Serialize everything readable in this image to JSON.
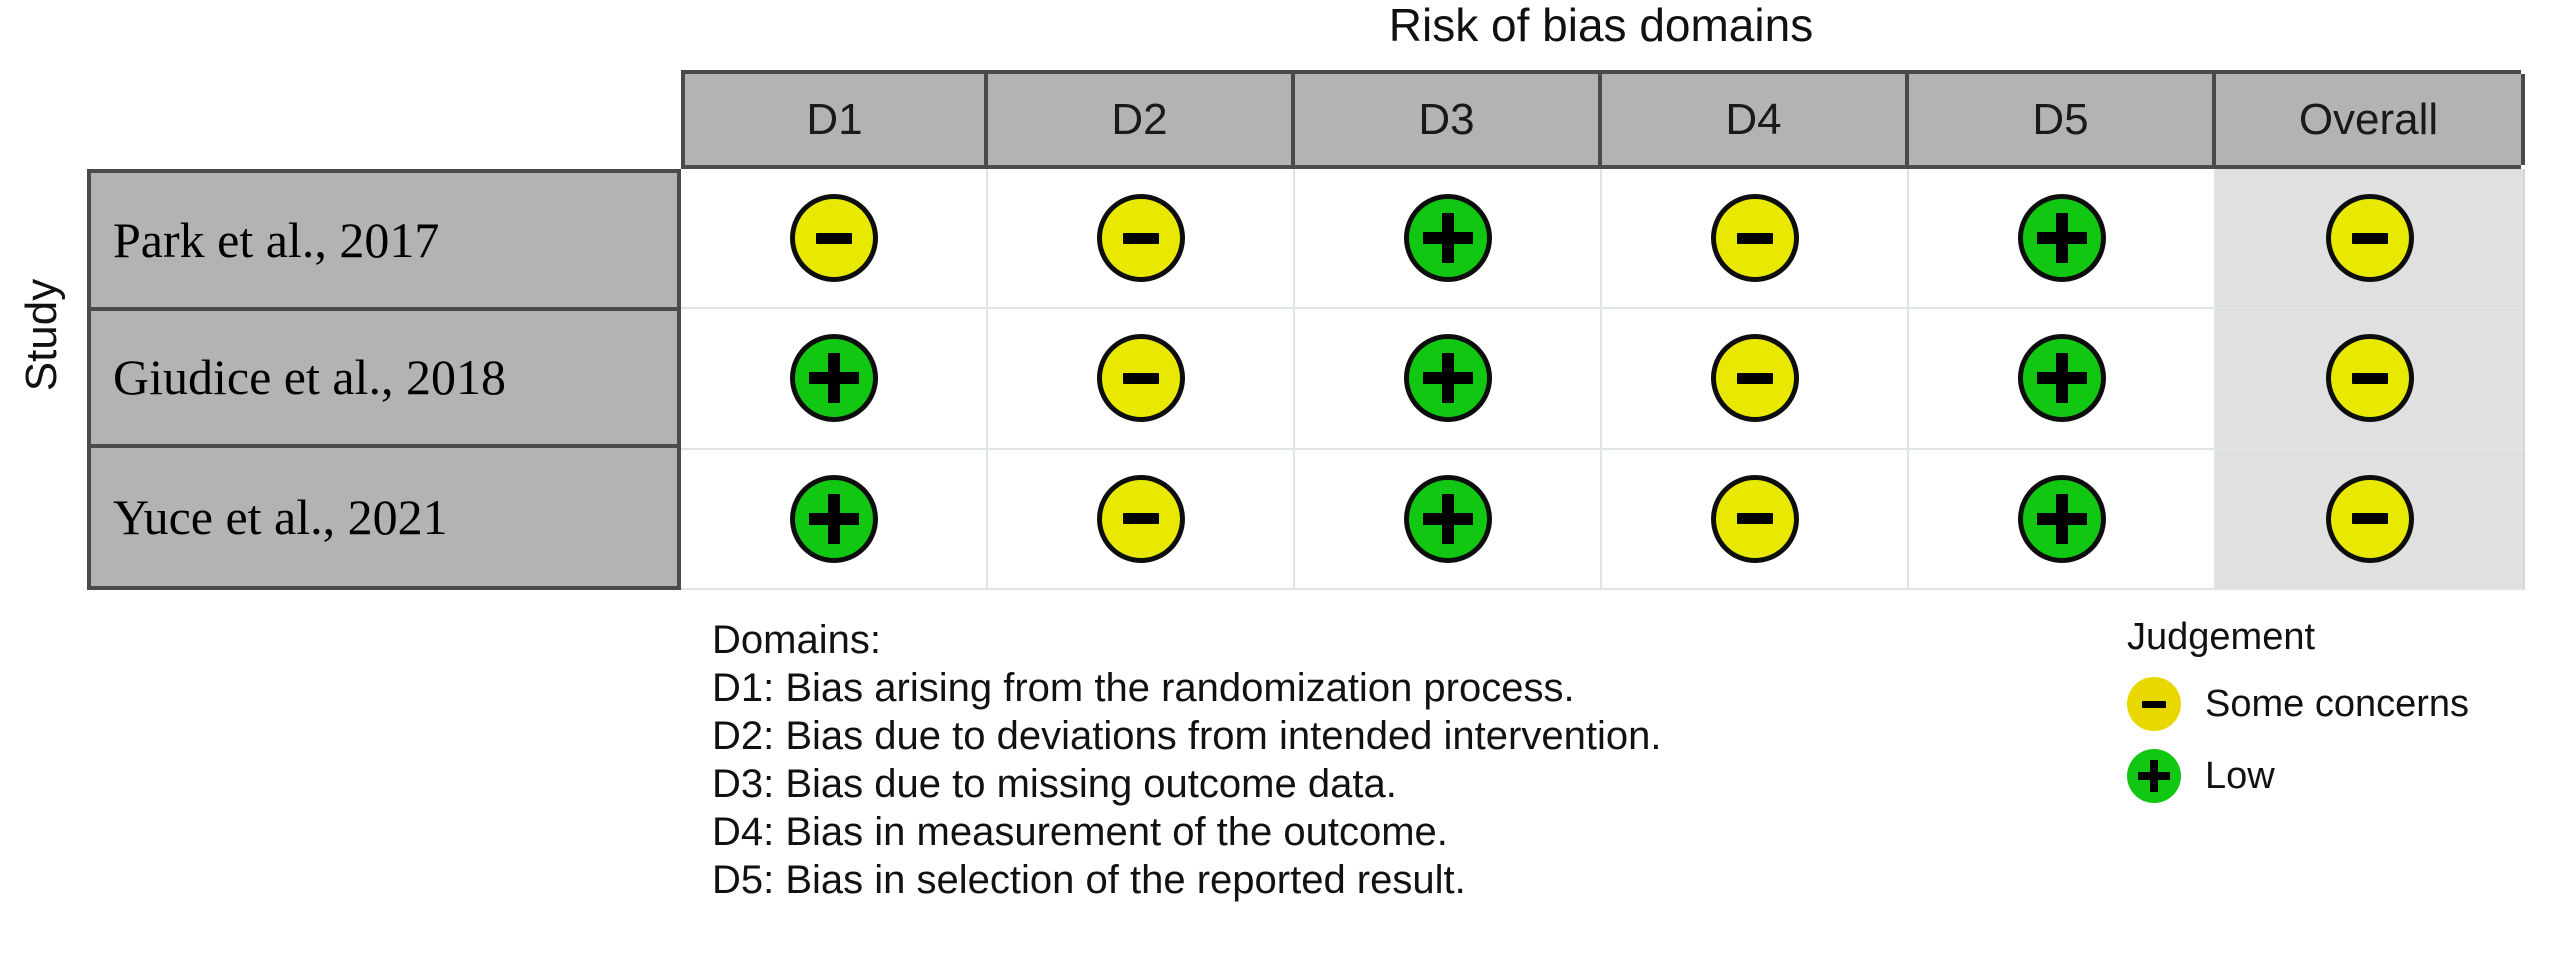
{
  "chart_data": {
    "type": "table",
    "title": "Risk of bias domains",
    "ylabel": "Study",
    "columns": [
      "D1",
      "D2",
      "D3",
      "D4",
      "D5",
      "Overall"
    ],
    "rows": [
      {
        "study": "Park et al., 2017",
        "judgements": [
          "Some concerns",
          "Some concerns",
          "Low",
          "Some concerns",
          "Low",
          "Some concerns"
        ]
      },
      {
        "study": "Giudice et al., 2018",
        "judgements": [
          "Low",
          "Some concerns",
          "Low",
          "Some concerns",
          "Low",
          "Some concerns"
        ]
      },
      {
        "study": "Yuce et al., 2021",
        "judgements": [
          "Low",
          "Some concerns",
          "Low",
          "Some concerns",
          "Low",
          "Some concerns"
        ]
      }
    ],
    "legend_position": "right",
    "grid": true
  },
  "title": "Risk of bias domains",
  "axis": {
    "study_label": "Study"
  },
  "header": {
    "columns": [
      {
        "key": "D1",
        "label": "D1"
      },
      {
        "key": "D2",
        "label": "D2"
      },
      {
        "key": "D3",
        "label": "D3"
      },
      {
        "key": "D4",
        "label": "D4"
      },
      {
        "key": "D5",
        "label": "D5"
      },
      {
        "key": "Overall",
        "label": "Overall"
      }
    ]
  },
  "studies": [
    {
      "label": "Park et al., 2017"
    },
    {
      "label": "Giudice et al., 2018"
    },
    {
      "label": "Yuce et al., 2021"
    }
  ],
  "cells": [
    [
      {
        "judgement": "some",
        "symbol": "-"
      },
      {
        "judgement": "some",
        "symbol": "-"
      },
      {
        "judgement": "low",
        "symbol": "+"
      },
      {
        "judgement": "some",
        "symbol": "-"
      },
      {
        "judgement": "low",
        "symbol": "+"
      },
      {
        "judgement": "some",
        "symbol": "-"
      }
    ],
    [
      {
        "judgement": "low",
        "symbol": "+"
      },
      {
        "judgement": "some",
        "symbol": "-"
      },
      {
        "judgement": "low",
        "symbol": "+"
      },
      {
        "judgement": "some",
        "symbol": "-"
      },
      {
        "judgement": "low",
        "symbol": "+"
      },
      {
        "judgement": "some",
        "symbol": "-"
      }
    ],
    [
      {
        "judgement": "low",
        "symbol": "+"
      },
      {
        "judgement": "some",
        "symbol": "-"
      },
      {
        "judgement": "low",
        "symbol": "+"
      },
      {
        "judgement": "some",
        "symbol": "-"
      },
      {
        "judgement": "low",
        "symbol": "+"
      },
      {
        "judgement": "some",
        "symbol": "-"
      }
    ]
  ],
  "domains": {
    "heading": "Domains:",
    "items": [
      "D1: Bias arising from the randomization process.",
      "D2: Bias due to deviations from intended intervention.",
      "D3: Bias due to missing outcome data.",
      "D4: Bias in measurement of the outcome.",
      "D5: Bias in selection of the reported result."
    ]
  },
  "legend": {
    "title": "Judgement",
    "items": [
      {
        "key": "some",
        "label": "Some concerns",
        "symbol": "-",
        "color": "#E8D800"
      },
      {
        "key": "low",
        "label": "Low",
        "symbol": "+",
        "color": "#12C712"
      }
    ]
  },
  "colors": {
    "some_concerns": "#E8E800",
    "low": "#12C712",
    "header_fill": "#B3B3B3",
    "label_fill": "#B3B3B3",
    "overall_fill": "#E0E0E0",
    "border": "#4A4A4A"
  }
}
